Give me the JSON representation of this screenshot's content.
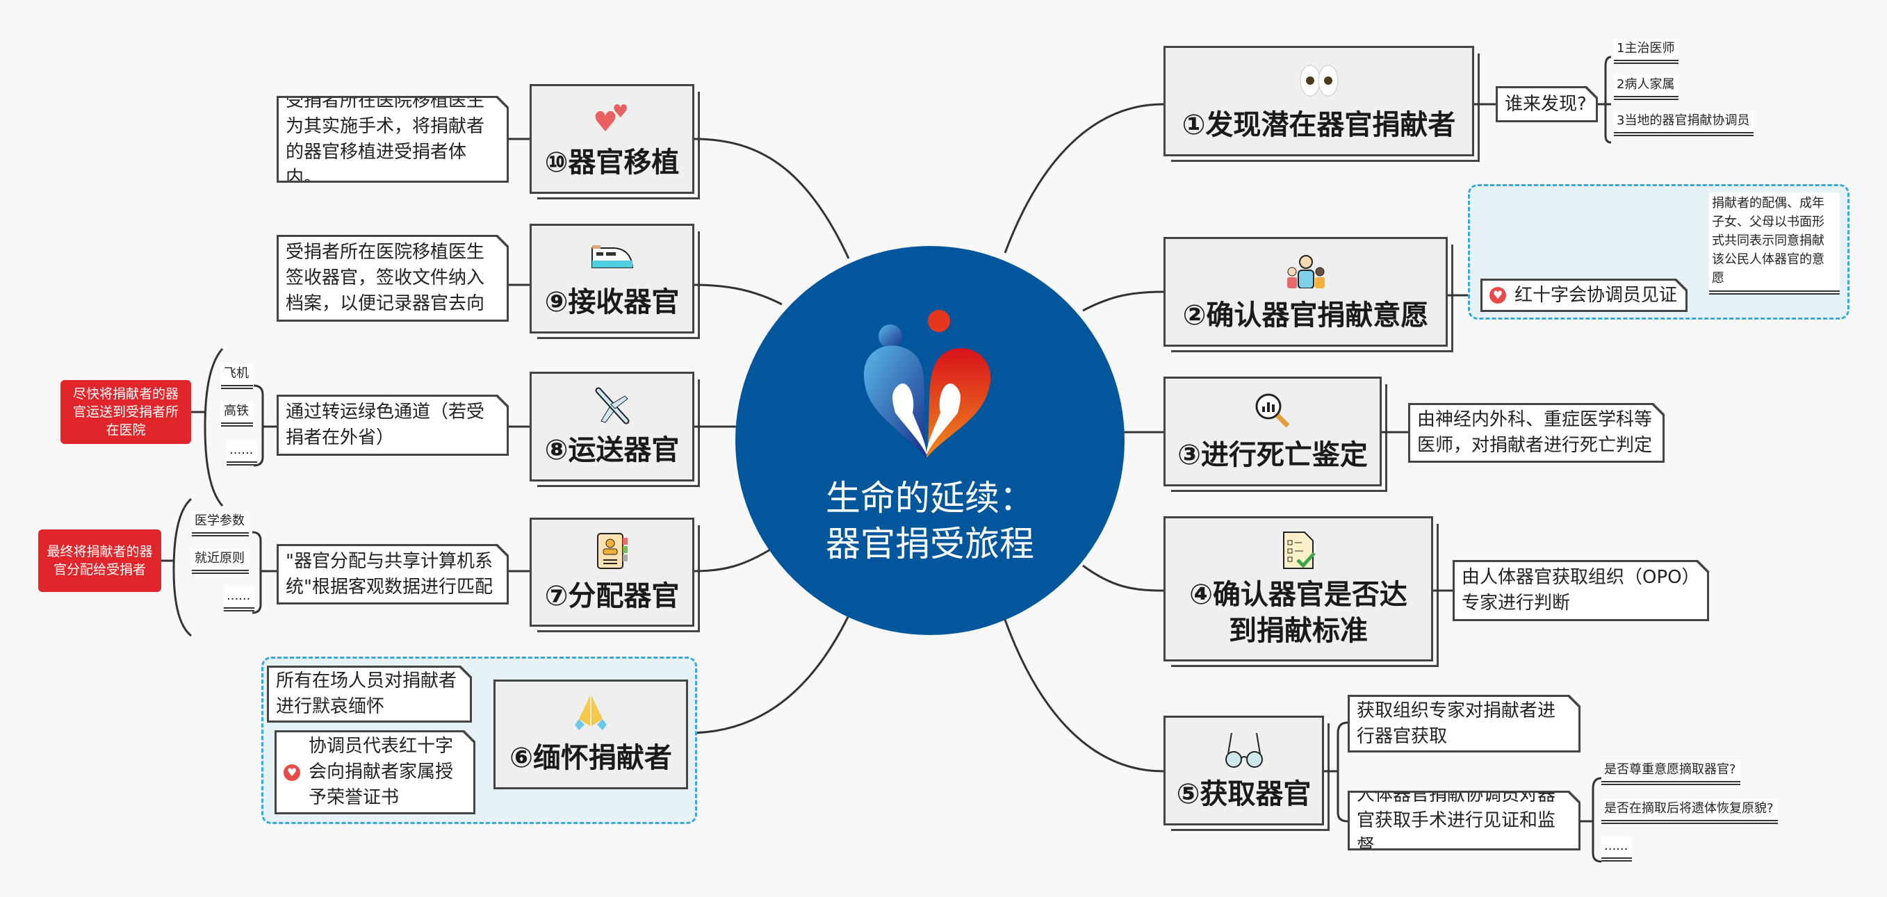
{
  "center": {
    "title_line1": "生命的延续：",
    "title_line2": "器官捐受旅程",
    "logo": "organ-donation-heart-logo",
    "color": "#02569b"
  },
  "steps": [
    {
      "title": "①发现潜在器官捐献者",
      "icon": "eyes-icon",
      "detail": "谁来发现?",
      "subs": [
        "1主治医师",
        "2病人家属",
        "3当地的器官捐献协调员"
      ]
    },
    {
      "title": "②确认器官捐献意愿",
      "icon": "family-icon",
      "detail": "红十字会协调员见证",
      "note": "捐献者的配偶、成年子女、父母以书面形式共同表示同意捐献该公民人体器官的意愿"
    },
    {
      "title": "③进行死亡鉴定",
      "icon": "magnifier-chart-icon",
      "detail": "由神经内外科、重症医学科等医师，对捐献者进行死亡判定"
    },
    {
      "title_line1": "④确认器官是否达",
      "title_line2": "到捐献标准",
      "icon": "checklist-icon",
      "detail": "由人体器官获取组织（OPO）专家进行判断"
    },
    {
      "title": "⑤获取器官",
      "icon": "glasses-icon",
      "details": [
        "获取组织专家对捐献者进行器官获取",
        "人体器官捐献协调员对器官获取手术进行见证和监督"
      ],
      "subs": [
        "是否尊重意愿摘取器官?",
        "是否在摘取后将遗体恢复原貌?",
        "......"
      ]
    },
    {
      "title": "⑥缅怀捐献者",
      "icon": "praying-hands-icon",
      "details": [
        "所有在场人员对捐献者进行默哀缅怀",
        "协调员代表红十字会向捐献者家属授予荣誉证书"
      ]
    },
    {
      "title": "⑦分配器官",
      "icon": "id-card-icon",
      "detail": "\"器官分配与共享计算机系统\"根据客观数据进行匹配",
      "subs": [
        "医学参数",
        "就近原则",
        "......"
      ],
      "summary": "最终将捐献者的器官分配给受捐者"
    },
    {
      "title": "⑧运送器官",
      "icon": "airplane-icon",
      "detail": "通过转运绿色通道（若受捐者在外省）",
      "subs": [
        "飞机",
        "高铁",
        "......"
      ],
      "summary": "尽快将捐献者的器官运送到受捐者所在医院"
    },
    {
      "title": "⑨接收器官",
      "icon": "train-icon",
      "detail": "受捐者所在医院移植医生签收器官，签收文件纳入档案，以便记录器官去向"
    },
    {
      "title": "⑩器官移植",
      "icon": "hearts-icon",
      "detail": "受捐者所在医院移植医生为其实施手术，将捐献者的器官移植进受捐者体内。"
    }
  ],
  "colors": {
    "red_label": "#e0262b",
    "group_border": "#3aa7d6",
    "group_fill": "#e7f2f7"
  }
}
